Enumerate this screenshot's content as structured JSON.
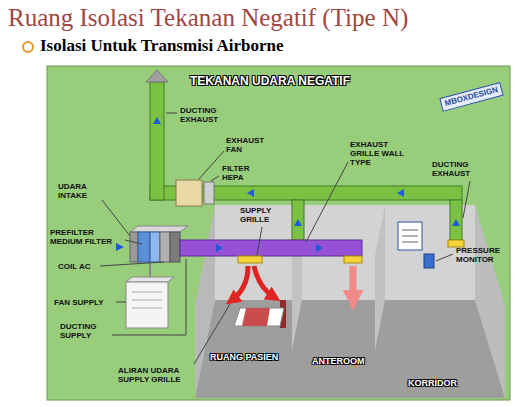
{
  "diagram": {
    "title": "Ruang Isolasi Tekanan Negatif (Tipe N)",
    "labels": [
      "Isolasi Untuk Transmisi Airborne",
      "TEKANAN UDARA NEGATIF",
      "MBOXDESIGN",
      "DUCTING EXHAUST",
      "EXHAUST FAN",
      "FILTER HEPA",
      "SUPPLY GRILLE",
      "EXHAUST GRILLE WALL TYPE",
      "DUCTING EXHAUST",
      "UDARA INTAKE",
      "PREFILTER MEDIUM FILTER",
      "COIL AC",
      "FAN SUPPLY",
      "DUCTING SUPPLY",
      "PRESSURE MONITOR",
      "RUANG PASIEN",
      "ANTEROOM",
      "KORRIDOR",
      "ALIRAN UDARA SUPPLY GRILLE"
    ]
  }
}
